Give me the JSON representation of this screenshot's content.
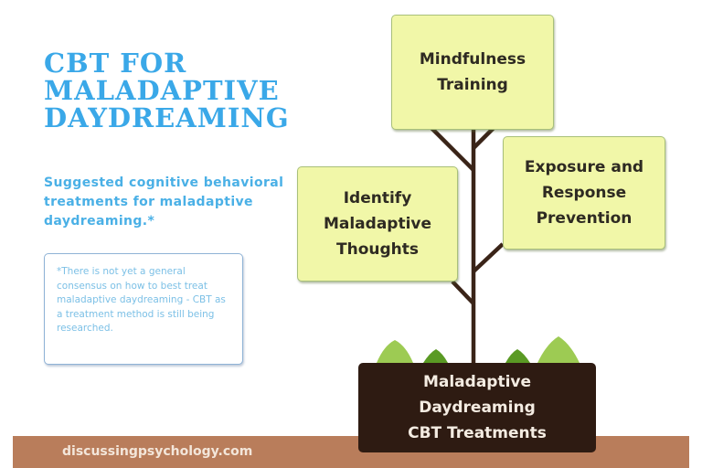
{
  "header": {
    "title_lines": [
      "CBT FOR",
      "MALADAPTIVE",
      "DAYDREAMING"
    ],
    "subtitle": "Suggested cognitive behavioral treatments for maladaptive daydreaming.*"
  },
  "note": {
    "text": "*There is not yet a general consensus on how to best treat maladaptive daydreaming - CBT as a treatment method is still being researched."
  },
  "tree": {
    "root_label": "Maladaptive\nDaydreaming\nCBT Treatments",
    "branches": [
      {
        "label": "Mindfulness\nTraining"
      },
      {
        "label": "Exposure and\nResponse\nPrevention"
      },
      {
        "label": "Identify\nMaladaptive\nThoughts"
      }
    ]
  },
  "footer": {
    "site": "discussingpsychology.com"
  },
  "colors": {
    "title_blue": "#3aa8e8",
    "card_fill": "#f1f7a8",
    "trunk_brown": "#3a2418",
    "root_box": "#2e1b12",
    "ground": "#b97d5b",
    "leaf_light": "#9dcb53",
    "leaf_dark": "#5a9a24"
  }
}
